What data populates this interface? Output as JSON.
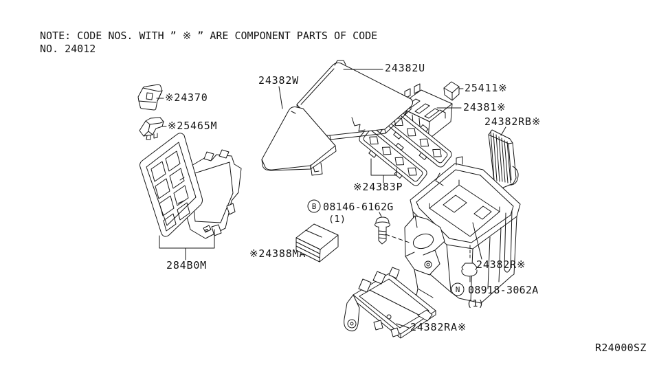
{
  "note": {
    "line1": "NOTE: CODE NOS. WITH ” ※ ” ARE COMPONENT PARTS OF CODE",
    "line2": "NO. 24012"
  },
  "diagram_ref": "R24000SZ",
  "colors": {
    "line": "#141414",
    "background": "#ffffff"
  },
  "parts": {
    "fusible_link": {
      "label": "※24370"
    },
    "fuse": {
      "label": "※25465M"
    },
    "relay_box_assembly": {
      "label": "284B0M"
    },
    "cover_w": {
      "label": "24382W"
    },
    "cover_u": {
      "label": "24382U"
    },
    "relay": {
      "label": "25411※"
    },
    "relay_box": {
      "label": "24381※"
    },
    "bracket_rb": {
      "label": "24382RB※"
    },
    "fuse_block": {
      "label": "※24383P"
    },
    "housing": {
      "label": "24382R※"
    },
    "fuse_holder": {
      "label": "※24388MA"
    },
    "bracket_ra": {
      "label": "24382RA※"
    }
  },
  "fasteners": {
    "bolt": {
      "symbol": "B",
      "part_no": "08146-6162G",
      "qty": "(1)"
    },
    "nut": {
      "symbol": "N",
      "part_no": "08918-3062A",
      "qty": "(1)"
    }
  }
}
